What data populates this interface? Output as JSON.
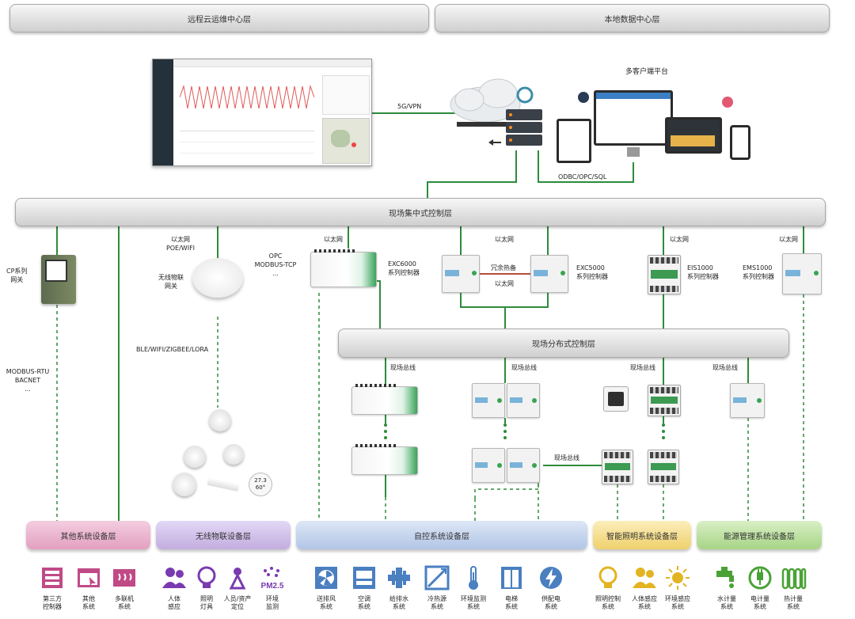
{
  "layers": {
    "remote_cloud": "远程云运维中心层",
    "local_dc": "本地数据中心层",
    "central_control": "现场集中式控制层",
    "distributed_control": "现场分布式控制层"
  },
  "links": {
    "vpn": "5G/VPN",
    "multi_client": "多客户端平台",
    "odbc": "ODBC/OPC/SQL"
  },
  "central": {
    "cp_gateway": [
      "CP系列",
      "网关"
    ],
    "ethernet_poe": [
      "以太网",
      "POE/WIFI"
    ],
    "wireless_gateway": [
      "无线物联",
      "网关"
    ],
    "opc": [
      "OPC",
      "MODBUS-TCP",
      "..."
    ],
    "ethernet": "以太网",
    "exc6000": [
      "EXC6000",
      "系列控制器"
    ],
    "redundant": "冗余热备",
    "exc5000": [
      "EXC5000",
      "系列控制器"
    ],
    "eis1000": [
      "EIS1000",
      "系列控制器"
    ],
    "ems1000": [
      "EMS1000",
      "系列控制器"
    ],
    "modbus_rtu": [
      "MODBUS-RTU",
      "BACNET",
      "..."
    ],
    "wireless_protocols": "BLE/WIFI/ZIGBEE/LORA"
  },
  "fieldbus": "现场总线",
  "sensor_reading": [
    "27.3",
    "60°"
  ],
  "device_layers": {
    "other": "其他系统设备层",
    "wireless": "无线物联设备层",
    "auto": "自控系统设备层",
    "lighting": "智能照明系统设备层",
    "energy": "能源管理系统设备层"
  },
  "device_layer_colors": {
    "other": "#e6a7c2",
    "wireless": "#c9b6ea",
    "auto": "#b9cbe8",
    "lighting": "#f3dc86",
    "energy": "#b4dc96"
  },
  "bottom_icons": [
    {
      "name": "third-party-controller",
      "label": [
        "第三方",
        "控制器"
      ],
      "color": "#c04a86",
      "icon": "cabinet-icon"
    },
    {
      "name": "other-system",
      "label": [
        "其他",
        "系统"
      ],
      "color": "#c04a86",
      "icon": "browser-icon"
    },
    {
      "name": "multi-link-system",
      "label": [
        "多联机",
        "系统"
      ],
      "color": "#c04a86",
      "icon": "heater-icon"
    },
    {
      "name": "human-sensing",
      "label": [
        "人体",
        "感应"
      ],
      "color": "#7a3ab0",
      "icon": "people-icon"
    },
    {
      "name": "lighting-fixture",
      "label": [
        "照明",
        "灯具"
      ],
      "color": "#7a3ab0",
      "icon": "bulb-icon"
    },
    {
      "name": "asset-location",
      "label": [
        "人员/资产",
        "定位"
      ],
      "color": "#7a3ab0",
      "icon": "location-icon"
    },
    {
      "name": "environment-monitor",
      "label": [
        "环境",
        "监测"
      ],
      "color": "#7a3ab0",
      "icon": "pm25-icon"
    },
    {
      "name": "ventilation",
      "label": [
        "送排风",
        "系统"
      ],
      "color": "#4a7fc0",
      "icon": "fan-icon"
    },
    {
      "name": "air-conditioning",
      "label": [
        "空调",
        "系统"
      ],
      "color": "#4a7fc0",
      "icon": "ac-icon"
    },
    {
      "name": "water-supply",
      "label": [
        "给排水",
        "系统"
      ],
      "color": "#4a7fc0",
      "icon": "valve-icon"
    },
    {
      "name": "heat-cold-source",
      "label": [
        "冷热源",
        "系统"
      ],
      "color": "#4a7fc0",
      "icon": "panel-icon"
    },
    {
      "name": "environment-system",
      "label": [
        "环境监测",
        "系统"
      ],
      "color": "#4a7fc0",
      "icon": "thermometer-icon"
    },
    {
      "name": "elevator",
      "label": [
        "电梯",
        "系统"
      ],
      "color": "#4a7fc0",
      "icon": "elevator-icon"
    },
    {
      "name": "power-supply",
      "label": [
        "供配电",
        "系统"
      ],
      "color": "#4a7fc0",
      "icon": "bolt-icon"
    },
    {
      "name": "lighting-control",
      "label": [
        "照明控制",
        "系统"
      ],
      "color": "#e3b421",
      "icon": "bulb-icon"
    },
    {
      "name": "human-sensing-system",
      "label": [
        "人体感应",
        "系统"
      ],
      "color": "#e3b421",
      "icon": "people-icon"
    },
    {
      "name": "ambient-sensing",
      "label": [
        "环境感应",
        "系统"
      ],
      "color": "#e3b421",
      "icon": "sun-icon"
    },
    {
      "name": "water-metering",
      "label": [
        "水计量",
        "系统"
      ],
      "color": "#4aa236",
      "icon": "faucet-icon"
    },
    {
      "name": "power-metering",
      "label": [
        "电计量",
        "系统"
      ],
      "color": "#4aa236",
      "icon": "plug-icon"
    },
    {
      "name": "heat-metering",
      "label": [
        "热计量",
        "系统"
      ],
      "color": "#4aa236",
      "icon": "radiator-icon"
    }
  ]
}
